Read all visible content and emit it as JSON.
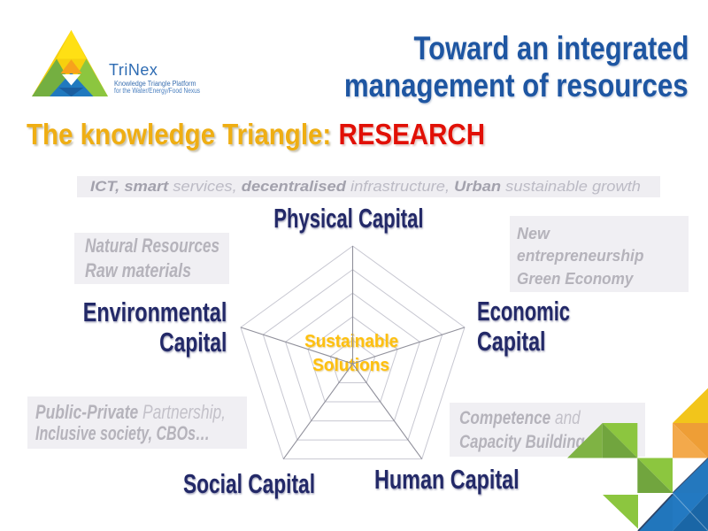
{
  "slide": {
    "logo": {
      "brand": "TriNex",
      "tagline1": "Knowledge Triangle Platform",
      "tagline2": "for the Water/Energy/Food Nexus"
    },
    "title": {
      "line1": "Toward an integrated",
      "line2": "management of resources"
    },
    "subtitle": {
      "lead": "The knowledge Triangle: ",
      "emphasis": "RESEARCH"
    },
    "banner": {
      "b1": "ICT, smart",
      "r1": " services, ",
      "b2": "decentralised",
      "r2": " infrastructure, ",
      "b3": "Urban",
      "r3": " sustainable growth"
    },
    "radar": {
      "type": "radar-pentagon",
      "levels": 5,
      "center_line1": "Sustainable",
      "center_line2": "Solutions",
      "axis_top": "Physical Capital",
      "axis_left_line1": "Environmental",
      "axis_left_line2": "Capital",
      "axis_right_line1": "Economic",
      "axis_right_line2": "Capital",
      "axis_bottom_left": "Social Capital",
      "axis_bottom_right": "Human Capital"
    },
    "callouts": {
      "top_left": {
        "line1": "Natural Resources",
        "line2": "Raw materials"
      },
      "top_right": {
        "line1": "New",
        "line2": "entrepreneurship",
        "line3": "Green Economy"
      },
      "bottom_left": {
        "line1_bold": "Public-Private",
        "line1_reg": " Partnership,",
        "line2": "Inclusive society, CBOs…"
      },
      "bottom_right": {
        "line1_bold": "Competence",
        "line1_reg": " and",
        "line2": "Capacity Building"
      }
    },
    "palette": {
      "title_blue": "#1e56a2",
      "navy_label": "#232968",
      "subtitle_gold": "#efae13",
      "research_red": "#e11006",
      "center_gold": "#fec00f",
      "banner_gray_bg": "#efeef2",
      "box_gray_bg": "#f0eff3",
      "box_gray_text": "#b5b3bb",
      "ring_gray": "#c7c7d1",
      "spoke_gray": "#8b8b97",
      "deco_yellow": "#f2c51b",
      "deco_orange_dark": "#ee9e36",
      "deco_orange_light": "#f3a94b",
      "deco_green_light": "#8cc63f",
      "deco_green_dark": "#71a53e",
      "deco_green_mid": "#7fb344",
      "deco_blue_bright": "#2379c1",
      "deco_blue_dark": "#1a66a6"
    }
  }
}
